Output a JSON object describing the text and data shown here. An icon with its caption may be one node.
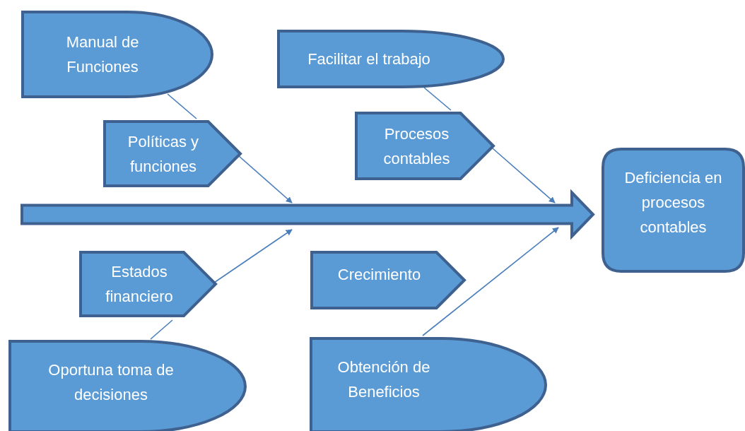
{
  "diagram": {
    "nodes": [
      {
        "text": [
          "Manual de Funciones"
        ]
      },
      {
        "text": [
          "Facilitar el trabajo"
        ]
      },
      {
        "text": [
          "Políticas y funciones"
        ]
      },
      {
        "text": [
          "Procesos contables"
        ]
      },
      {
        "text": [
          "Deficiencia en procesos contables"
        ]
      },
      {
        "text": [
          "Estados financiero"
        ]
      },
      {
        "text": [
          "Crecimiento"
        ]
      },
      {
        "text": [
          "Oportuna toma de decisiones"
        ]
      },
      {
        "text": [
          "Obtención de Beneficios"
        ]
      }
    ],
    "edges": [
      {
        "from": null,
        "to": 4,
        "arrow": "to",
        "style": "thick"
      },
      {
        "from": 0,
        "to": 2,
        "arrow": "none"
      },
      {
        "from": 2,
        "to": null,
        "arrow": "to"
      },
      {
        "from": 1,
        "to": 3,
        "arrow": "none"
      },
      {
        "from": 3,
        "to": null,
        "arrow": "to"
      },
      {
        "from": 7,
        "to": 5,
        "arrow": "none"
      },
      {
        "from": 5,
        "to": null,
        "arrow": "to"
      },
      {
        "from": 8,
        "to": null,
        "arrow": "to"
      }
    ]
  }
}
